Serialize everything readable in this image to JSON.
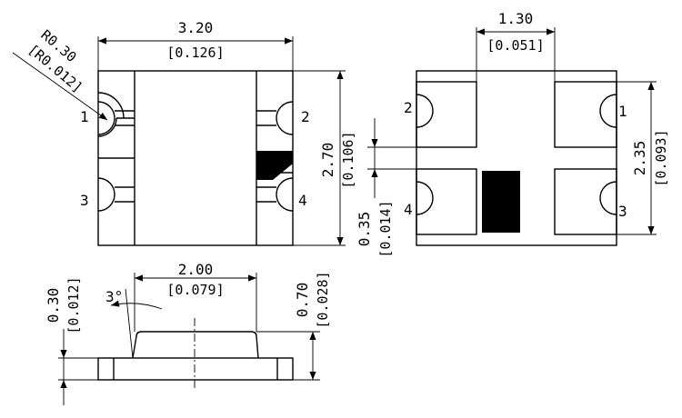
{
  "top_view": {
    "width_mm": "3.20",
    "width_in": "[0.126]",
    "radius_mm": "R0.30",
    "radius_in": "[R0.012]",
    "height_mm": "2.70",
    "height_in": "[0.106]",
    "pins": [
      "1",
      "2",
      "3",
      "4"
    ]
  },
  "bottom_view": {
    "gap_mm": "1.30",
    "gap_in": "[0.051]",
    "height_mm": "2.35",
    "height_in": "[0.093]",
    "slot_mm": "0.35",
    "slot_in": "[0.014]",
    "pins": [
      "2",
      "1",
      "4",
      "3"
    ]
  },
  "side_view": {
    "lens_mm": "2.00",
    "lens_in": "[0.079]",
    "angle": "3°",
    "base_mm": "0.30",
    "base_in": "[0.012]",
    "total_mm": "0.70",
    "total_in": "[0.028]"
  }
}
